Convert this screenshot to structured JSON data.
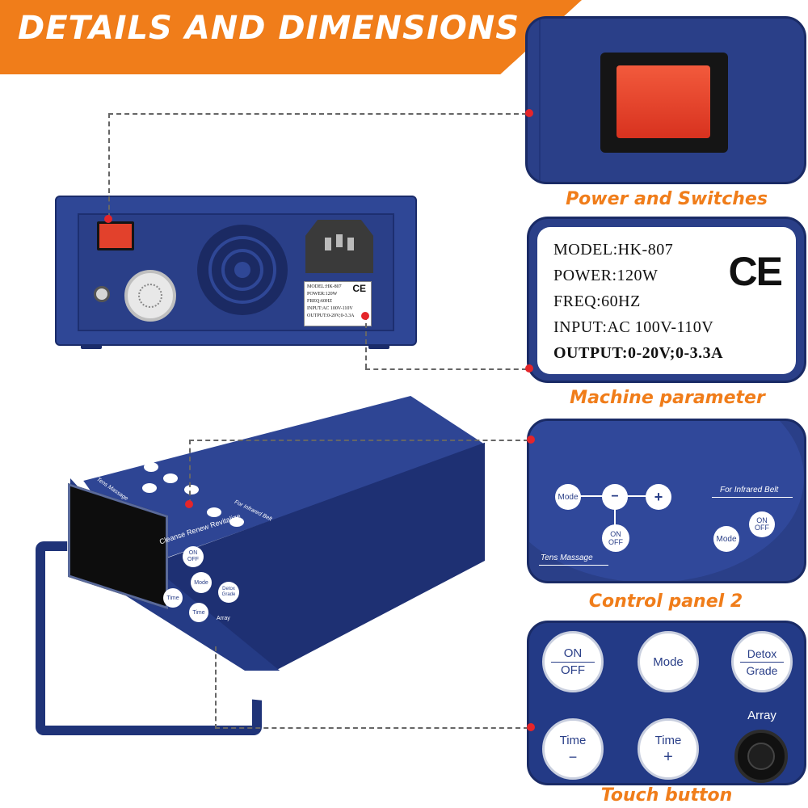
{
  "banner": {
    "title": "DETAILS AND DIMENSIONS"
  },
  "captions": {
    "power": "Power and Switches",
    "machine": "Machine parameter",
    "control2": "Control panel 2",
    "touch": "Touch button"
  },
  "params": {
    "model": "MODEL:HK-807",
    "power": "POWER:120W",
    "freq": "FREQ:60HZ",
    "input": "INPUT:AC  100V-110V",
    "output": "OUTPUT:0-20V;0-3.3A",
    "mark": "CE"
  },
  "label_small": {
    "model": "MODEL:HK-807",
    "power": "POWER:120W",
    "freq": "FREQ:60HZ",
    "input": "INPUT:AC  100V-110V",
    "output": "OUTPUT:0-20V;0-3.3A",
    "mark": "CE"
  },
  "control_panel_2": {
    "mode": "Mode",
    "minus": "−",
    "plus": "+",
    "on": "ON",
    "off": "OFF",
    "infrared_label": "For Infrared Belt",
    "infrared_on": "ON",
    "infrared_off": "OFF",
    "infrared_mode": "Mode",
    "tens_label": "Tens Massage"
  },
  "touch": {
    "on": "ON",
    "off": "OFF",
    "mode": "Mode",
    "detox": "Detox",
    "grade": "Grade",
    "array": "Array",
    "time_minus_label": "Time",
    "time_minus_sign": "−",
    "time_plus_label": "Time",
    "time_plus_sign": "+"
  },
  "device_front": {
    "slogan": "Cleanse Renew Revitalize",
    "on": "ON",
    "off": "OFF",
    "mode": "Mode",
    "detox": "Detox",
    "grade": "Grade",
    "time_minus": "Time",
    "time_plus": "Time",
    "array": "Array",
    "tens": "Tens Massage",
    "infrared": "For Infrared Belt"
  },
  "colors": {
    "accent": "#f07d1a",
    "device": "#2a3f88",
    "marker": "#e5252a"
  }
}
